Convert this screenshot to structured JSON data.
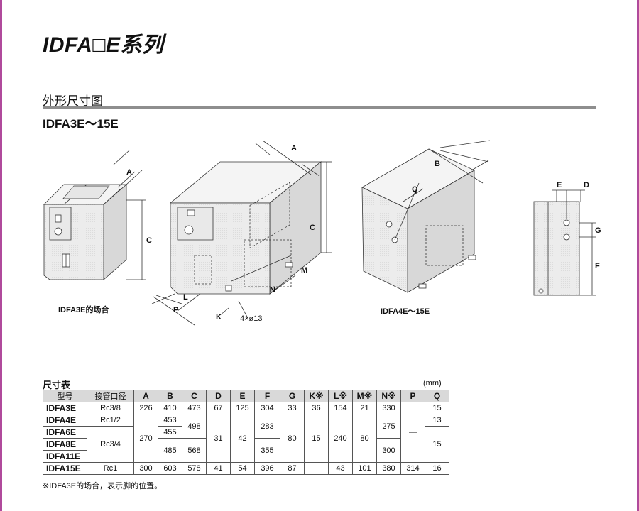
{
  "page": {
    "series_title": "IDFA□E系列",
    "section_heading": "外形尺寸图",
    "model_range": "IDFA3E～15E",
    "footnote": "※IDFA3E的场合，表示脚的位置。"
  },
  "drawing": {
    "label_small_unit": "IDFA3E的场合",
    "label_large_unit": "IDFA4E～15E",
    "hole_spec": "4×ø13",
    "dim_a": "A",
    "dim_b": "B",
    "dim_c": "C",
    "dim_d": "D",
    "dim_e": "E",
    "dim_f": "F",
    "dim_g": "G",
    "dim_k": "K",
    "dim_l": "L",
    "dim_m": "M",
    "dim_n": "N",
    "dim_p": "P",
    "dim_q": "Q"
  },
  "table": {
    "title": "尺寸表",
    "unit": "(mm)",
    "headers": [
      "型号",
      "接管口径",
      "A",
      "B",
      "C",
      "D",
      "E",
      "F",
      "G",
      "K※",
      "L※",
      "M※",
      "N※",
      "P",
      "Q"
    ],
    "rows": [
      {
        "model": "IDFA3E",
        "port": "Rc3/8",
        "A": "226",
        "B": "410",
        "C": "473",
        "D": "67",
        "E": "125",
        "F": "304",
        "G": "33",
        "K": "36",
        "L": "154",
        "M": "21",
        "N": "330",
        "P": "",
        "Q": "15"
      },
      {
        "model": "IDFA4E",
        "port": "Rc1/2",
        "A": "270",
        "B": "453",
        "C": "498",
        "D": "31",
        "E": "42",
        "F": "283",
        "G": "80",
        "K": "15",
        "L": "240",
        "M": "80",
        "N": "275",
        "P": "—",
        "Q": "13"
      },
      {
        "model": "IDFA6E",
        "port": "Rc3/4",
        "B": "455",
        "F": "",
        "N": "",
        "Q": "15"
      },
      {
        "model": "IDFA8E",
        "B": "485",
        "C": "568",
        "F": "355",
        "N": "300"
      },
      {
        "model": "IDFA11E"
      },
      {
        "model": "IDFA15E",
        "port": "Rc1",
        "A": "300",
        "B": "603",
        "C": "578",
        "D": "41",
        "E": "54",
        "F": "396",
        "G": "87",
        "K": "",
        "L": "43",
        "M": "101",
        "N": "380",
        "P": "314",
        "Q": "16"
      }
    ]
  }
}
